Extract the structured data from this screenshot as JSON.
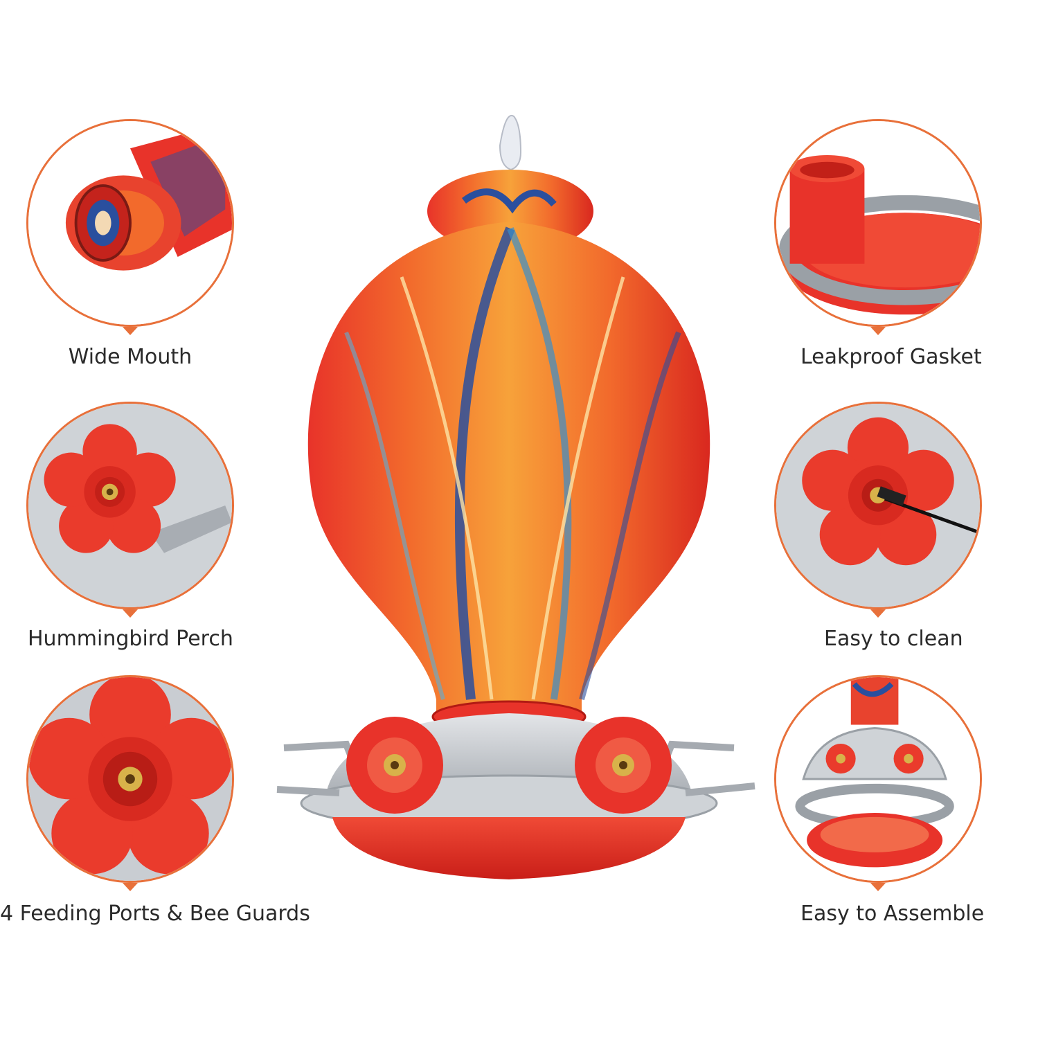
{
  "features": {
    "left": [
      {
        "label": "Wide Mouth",
        "icon": "glass-bottle-mouth-icon"
      },
      {
        "label": "Hummingbird Perch",
        "icon": "flower-perch-icon"
      },
      {
        "label": "4 Feeding Ports & Bee Guards",
        "icon": "feeding-port-flower-icon"
      }
    ],
    "right": [
      {
        "label": "Leakproof Gasket",
        "icon": "gasket-base-icon"
      },
      {
        "label": "Easy to clean",
        "icon": "cleaning-brush-icon"
      },
      {
        "label": "Easy to Assemble",
        "icon": "assembly-parts-icon"
      }
    ]
  },
  "colors": {
    "accent_border": "#e8703a",
    "feeder_red": "#e8332a",
    "feeder_silver": "#bfc3c8",
    "glass_orange": "#f5892a",
    "glass_blue": "#2a4f9e"
  }
}
